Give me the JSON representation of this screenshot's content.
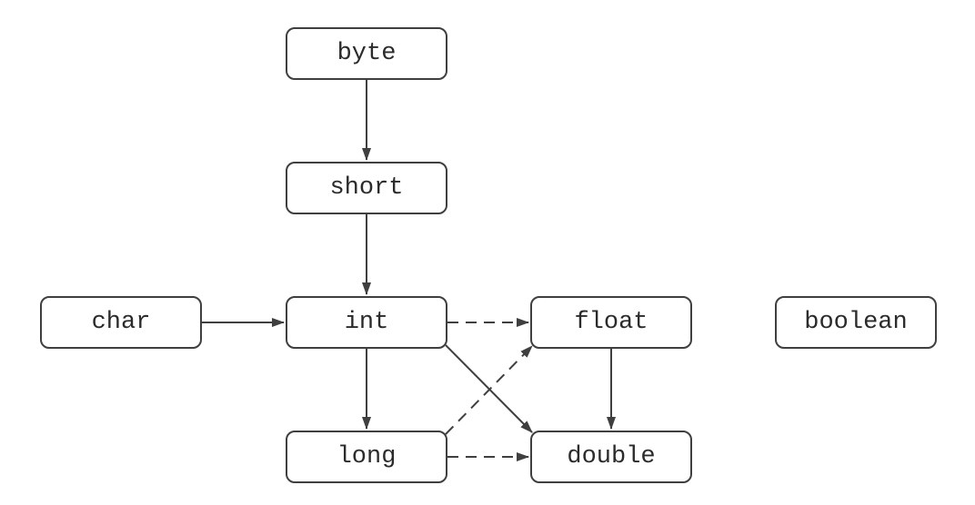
{
  "diagram": {
    "nodes": {
      "byte": "byte",
      "short": "short",
      "char": "char",
      "int": "int",
      "float": "float",
      "boolean": "boolean",
      "long": "long",
      "double": "double"
    },
    "edges": [
      {
        "from": "byte",
        "to": "short",
        "style": "solid"
      },
      {
        "from": "short",
        "to": "int",
        "style": "solid"
      },
      {
        "from": "char",
        "to": "int",
        "style": "solid"
      },
      {
        "from": "int",
        "to": "float",
        "style": "dashed"
      },
      {
        "from": "int",
        "to": "long",
        "style": "solid"
      },
      {
        "from": "int",
        "to": "double",
        "style": "solid"
      },
      {
        "from": "long",
        "to": "float",
        "style": "dashed"
      },
      {
        "from": "long",
        "to": "double",
        "style": "dashed"
      },
      {
        "from": "float",
        "to": "double",
        "style": "solid"
      }
    ],
    "colors": {
      "stroke": "#3f3f3f",
      "text": "#2b2b2b",
      "background": "#ffffff"
    }
  }
}
